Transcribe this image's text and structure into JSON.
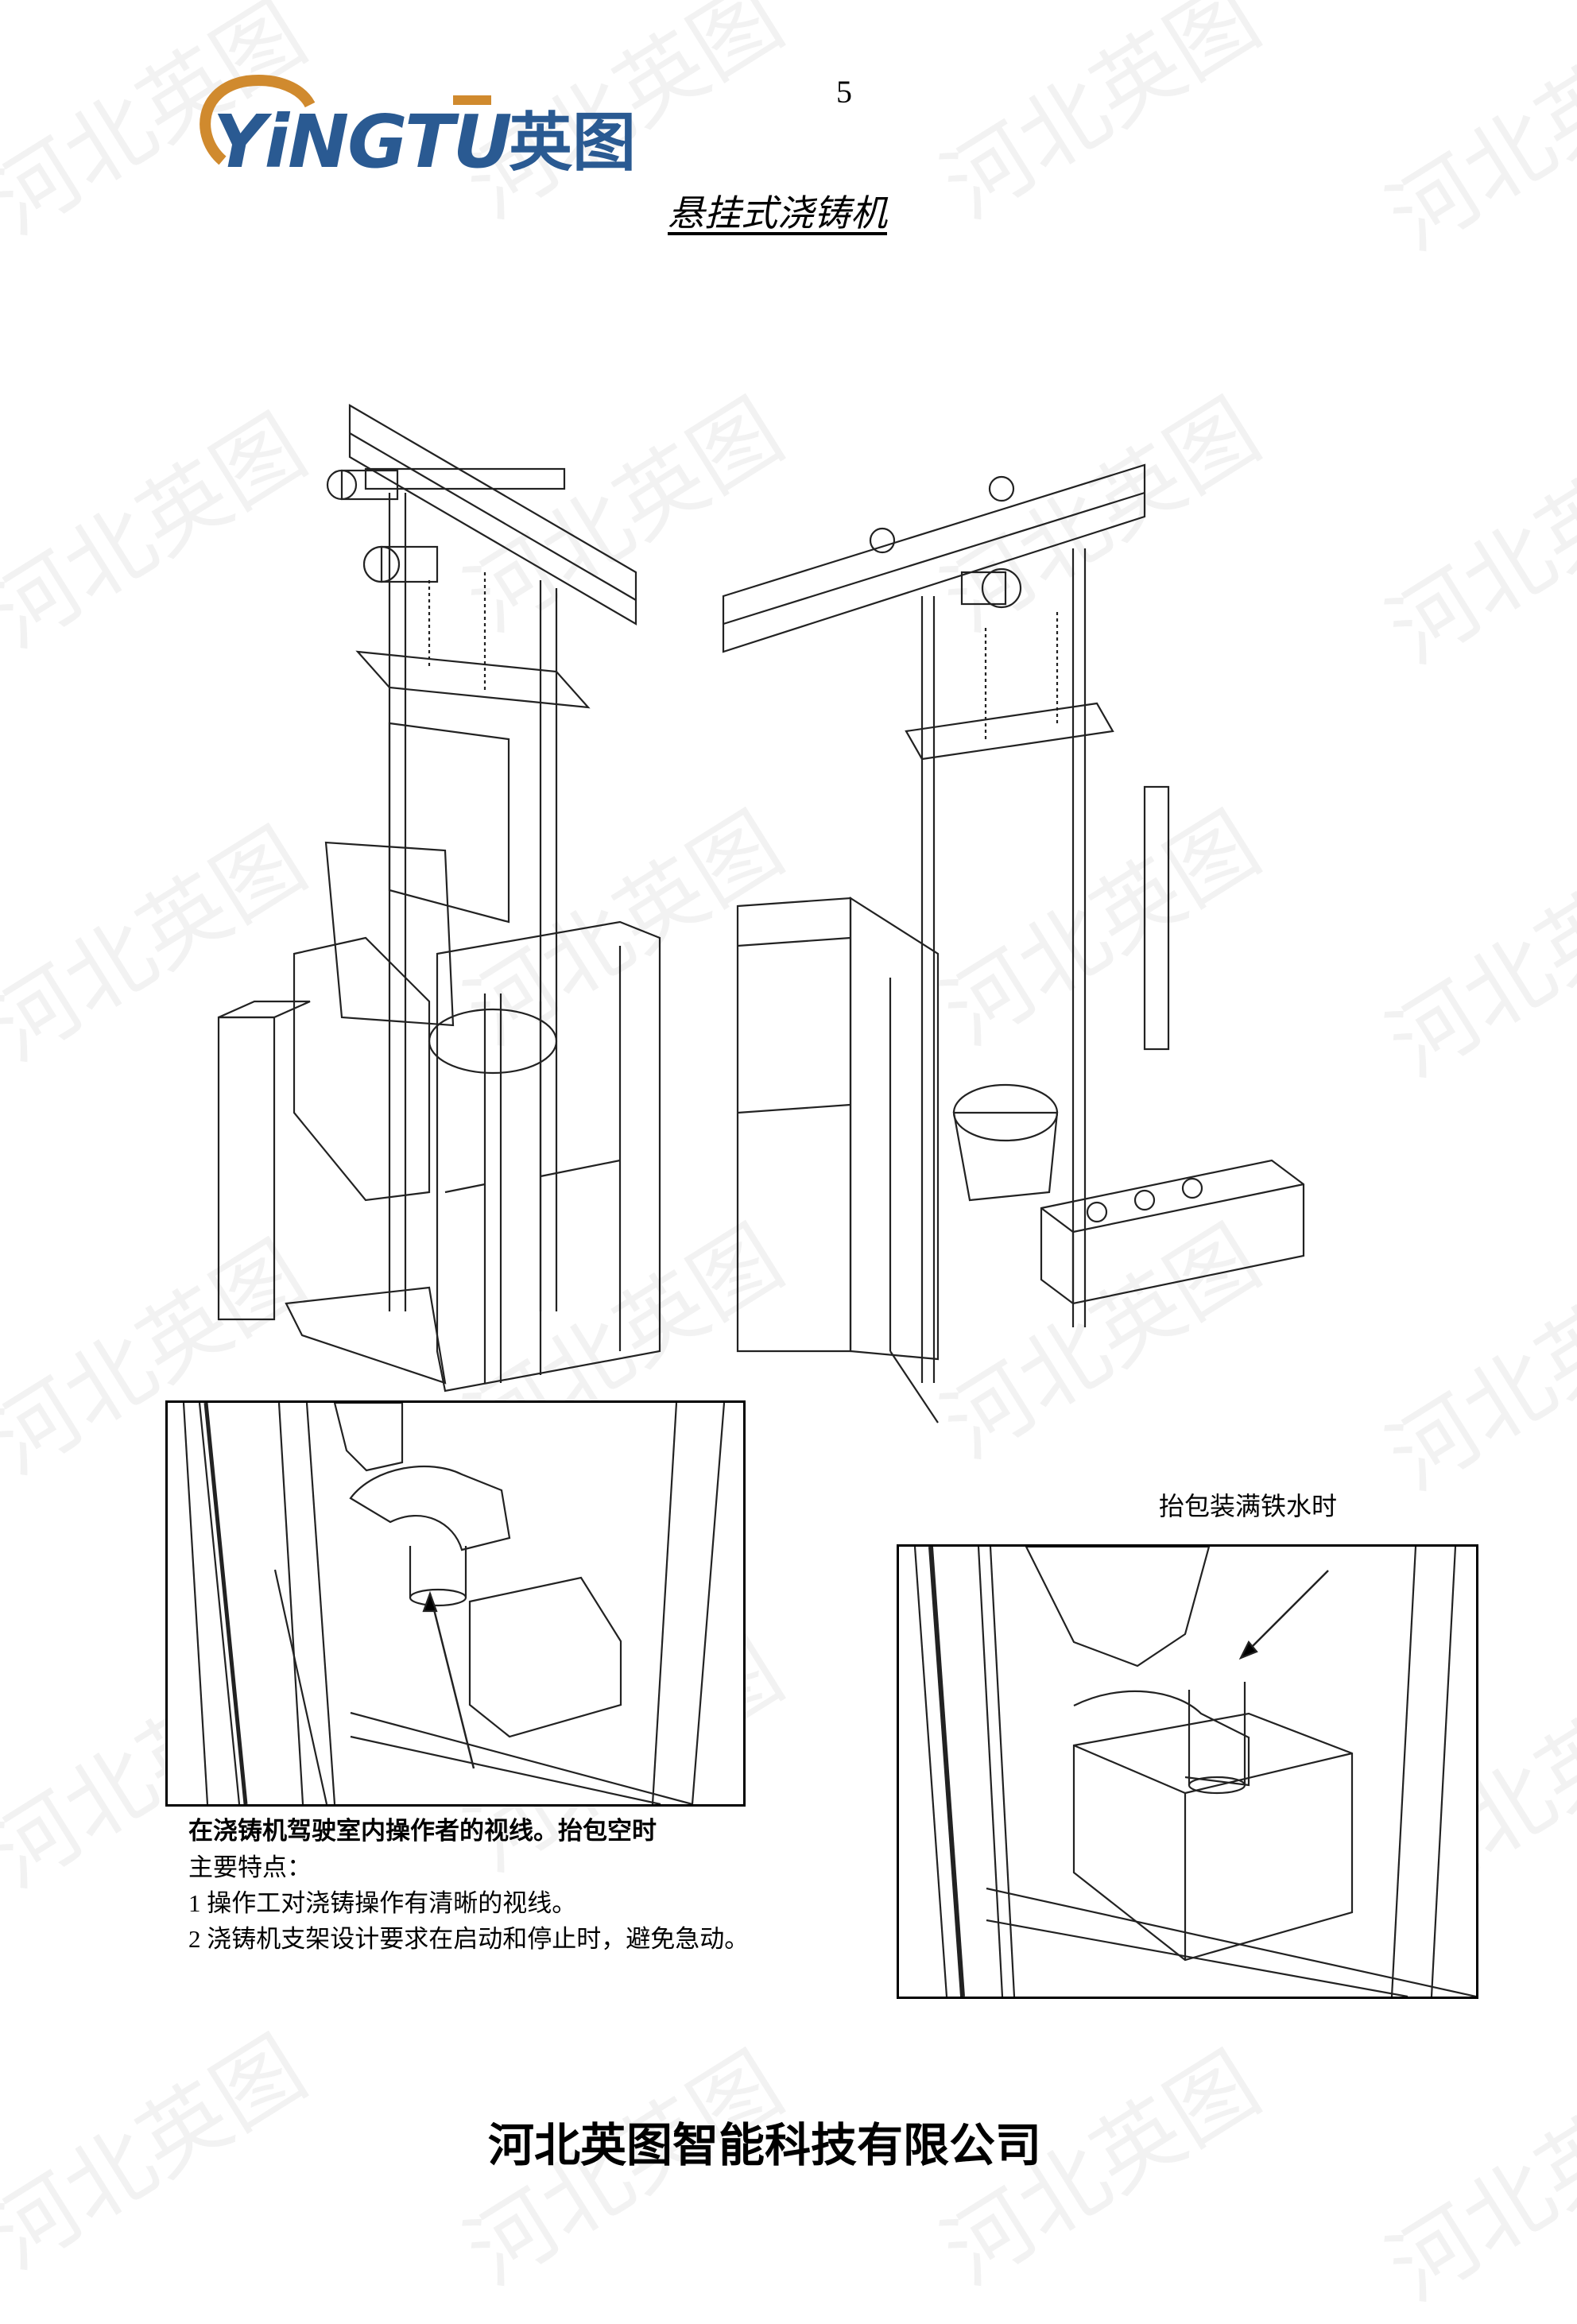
{
  "header": {
    "logo_text": "YINGTU",
    "logo_cn": "英图",
    "page_number": "5",
    "title": "悬挂式浇铸机"
  },
  "watermark": "河北英图",
  "figures": {
    "left_inset_caption": "在浇铸机驾驶室内操作者的视线。抬包空时",
    "right_inset_caption": "抬包装满铁水时"
  },
  "features": {
    "heading": "主要特点：",
    "items": [
      "1 操作工对浇铸操作有清晰的视线。",
      "2 浇铸机支架设计要求在启动和停止时，避免急动。"
    ]
  },
  "footer": {
    "company": "河北英图智能科技有限公司"
  },
  "colors": {
    "logo_blue": "#2a5a92",
    "logo_orange": "#d08a2e"
  }
}
